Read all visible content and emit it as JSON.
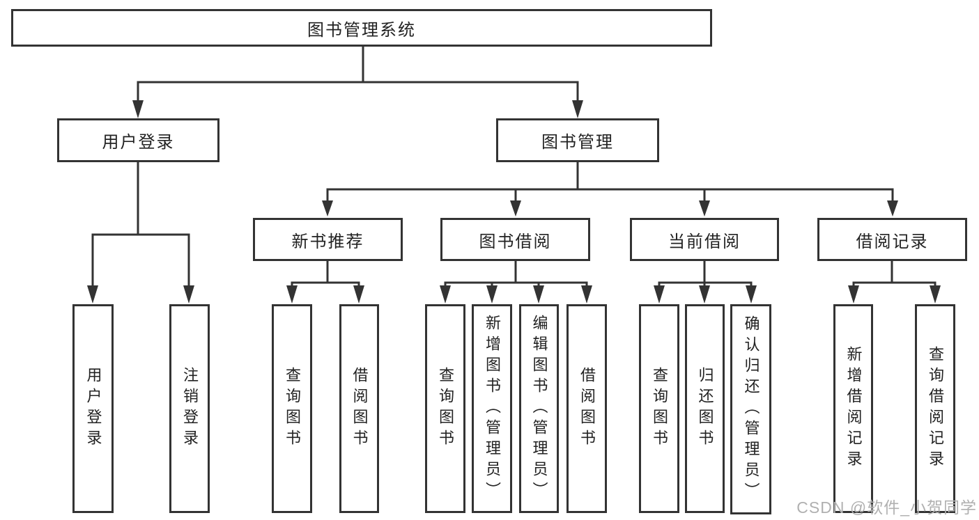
{
  "diagram": {
    "root": {
      "label": "图书管理系统"
    },
    "level2": [
      {
        "label": "用户登录",
        "children": [
          {
            "label": "用户登录"
          },
          {
            "label": "注销登录"
          }
        ]
      },
      {
        "label": "图书管理",
        "children": [
          {
            "label": "新书推荐",
            "children": [
              {
                "label": "查询图书"
              },
              {
                "label": "借阅图书"
              }
            ]
          },
          {
            "label": "图书借阅",
            "children": [
              {
                "label": "查询图书"
              },
              {
                "label": "新增图书（管理员）"
              },
              {
                "label": "编辑图书（管理员）"
              },
              {
                "label": "借阅图书"
              }
            ]
          },
          {
            "label": "当前借阅",
            "children": [
              {
                "label": "查询图书"
              },
              {
                "label": "归还图书"
              },
              {
                "label": "确认归还（管理员）"
              }
            ]
          },
          {
            "label": "借阅记录",
            "children": [
              {
                "label": "新增借阅记录"
              },
              {
                "label": "查询借阅记录"
              }
            ]
          }
        ]
      }
    ],
    "watermark": "CSDN @软件_小贺同学",
    "colors": {
      "line": "#333333",
      "fill": "#ffffff",
      "text": "#222222",
      "watermark": "#b0b0b0",
      "background": "#ffffff"
    }
  }
}
